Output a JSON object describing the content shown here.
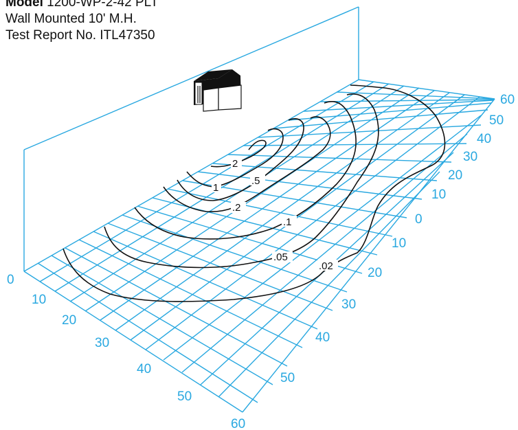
{
  "header": {
    "model_label": "Model",
    "model_number": "1200-WP-2-42 PLT",
    "mounting": "Wall Mounted 10' M.H.",
    "report": "Test Report No. ITL47350"
  },
  "colors": {
    "grid": "#29a8e0",
    "contour": "#111111",
    "fixture": "#111111"
  },
  "left_axis": {
    "ticks": [
      "0",
      "10",
      "20",
      "30",
      "40",
      "50",
      "60"
    ]
  },
  "right_axis": {
    "ticks": [
      "60",
      "50",
      "40",
      "30",
      "20",
      "10",
      "0",
      "10",
      "20"
    ],
    "bottom_ticks": [
      "30",
      "40",
      "50",
      "60"
    ]
  },
  "contours": [
    {
      "label": "2"
    },
    {
      "label": "1"
    },
    {
      "label": ".5"
    },
    {
      "label": ".2"
    },
    {
      "label": ".1"
    },
    {
      "label": ".05"
    },
    {
      "label": ".02"
    }
  ],
  "icons": {
    "fixture": "wall-pack-fixture-icon"
  }
}
